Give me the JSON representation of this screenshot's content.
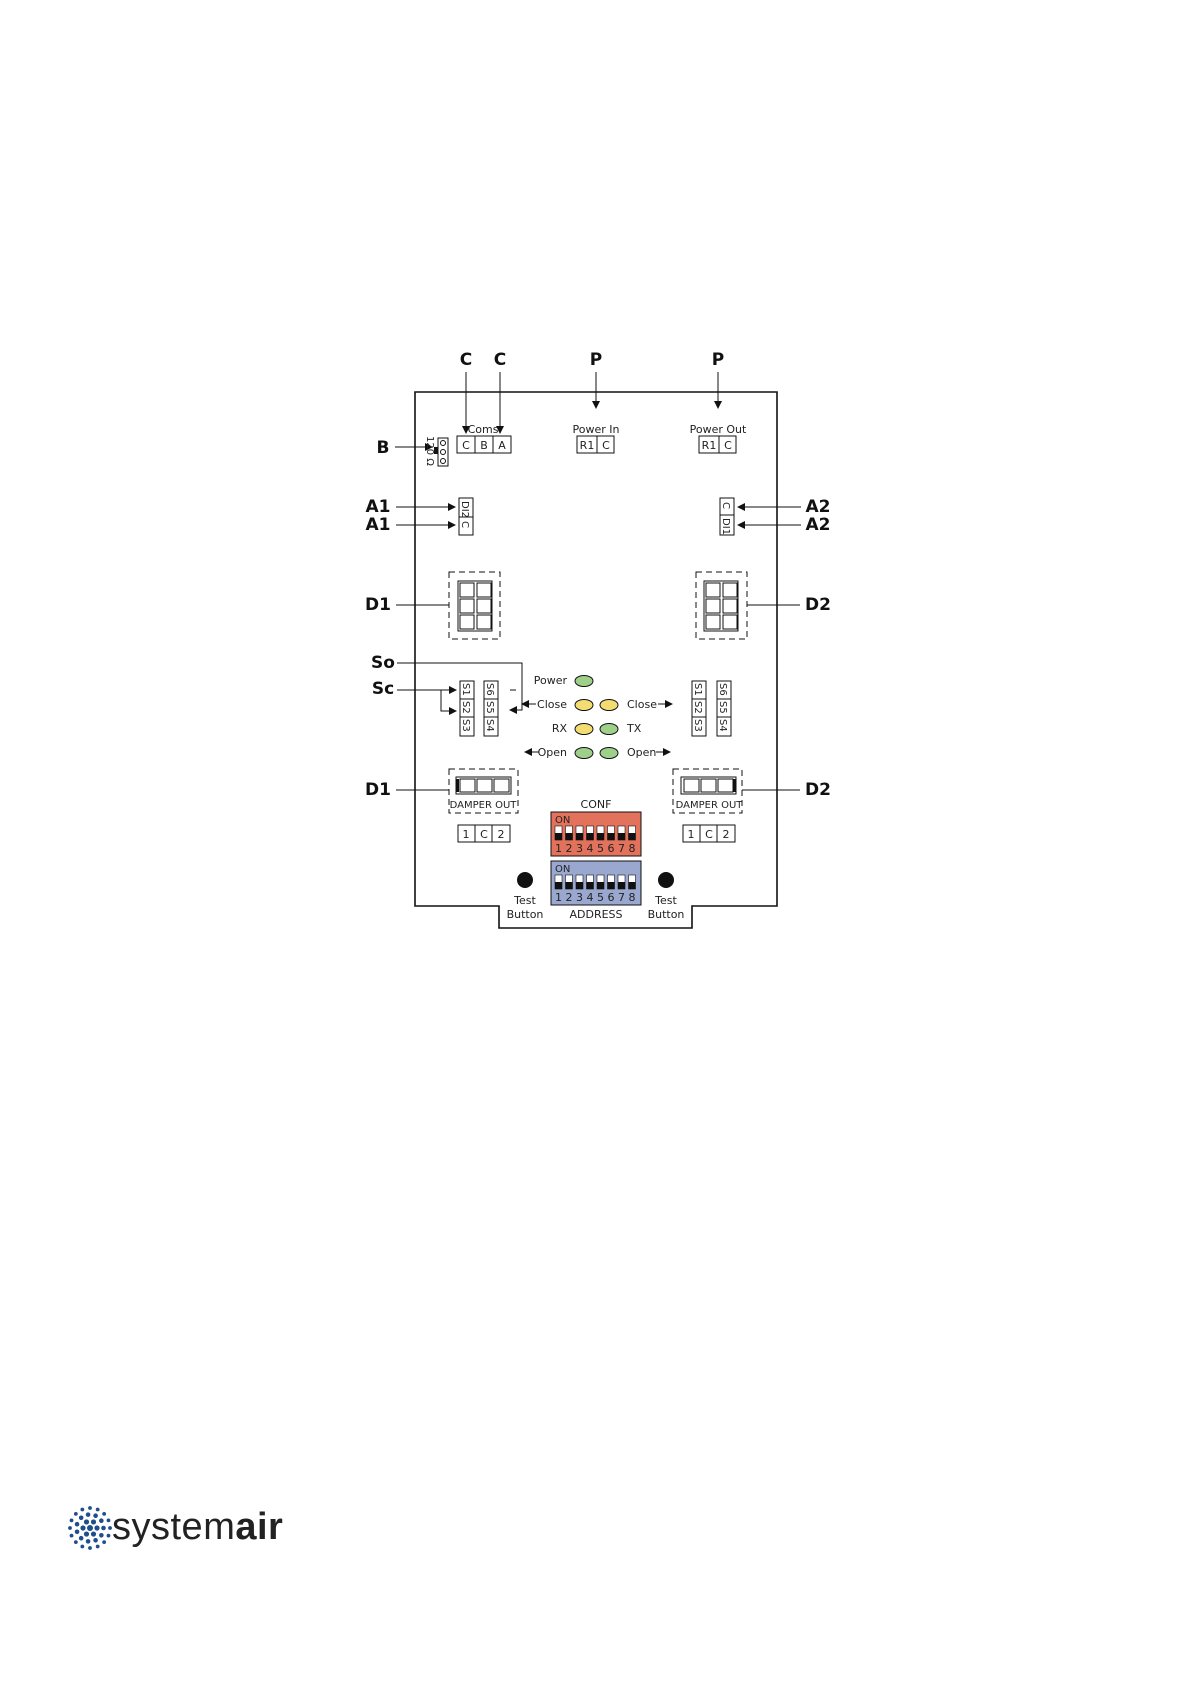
{
  "callouts": {
    "c1": "C",
    "c2": "C",
    "p1": "P",
    "p2": "P",
    "b": "B",
    "a1_top": "A1",
    "a1_bot": "A1",
    "a2_top": "A2",
    "a2_bot": "A2",
    "d1_top": "D1",
    "d2_top": "D2",
    "so": "So",
    "sc": "Sc",
    "d1_bot": "D1",
    "d2_bot": "D2"
  },
  "board": {
    "coms_label": "Coms",
    "coms_pins": [
      "C",
      "B",
      "A"
    ],
    "power_in_label": "Power In",
    "power_in_pins": [
      "R1",
      "C"
    ],
    "power_out_label": "Power Out",
    "power_out_pins": [
      "R1",
      "C"
    ],
    "resistor_label": "120 Ω",
    "left_di": [
      "DI2",
      "C"
    ],
    "right_di": [
      "C",
      "DI1"
    ],
    "left_switch_a": [
      "S1",
      "S2",
      "S3"
    ],
    "left_switch_b": [
      "S6",
      "S5",
      "S4"
    ],
    "right_switch_a": [
      "S1",
      "S2",
      "S3"
    ],
    "right_switch_b": [
      "S6",
      "S5",
      "S4"
    ],
    "led_power": "Power",
    "led_close_left": "Close",
    "led_close_right": "Close",
    "led_rx": "RX",
    "led_tx": "TX",
    "led_open_left": "Open",
    "led_open_right": "Open",
    "damper_out_left": "DAMPER OUT",
    "damper_out_right": "DAMPER OUT",
    "damper_pins_left": [
      "1",
      "C",
      "2"
    ],
    "damper_pins_right": [
      "1",
      "C",
      "2"
    ],
    "conf_label": "CONF",
    "address_label": "ADDRESS",
    "dip_on": "ON",
    "dip_numbers": [
      "1",
      "2",
      "3",
      "4",
      "5",
      "6",
      "7",
      "8"
    ],
    "test_button_left": [
      "Test",
      "Button"
    ],
    "test_button_right": [
      "Test",
      "Button"
    ]
  },
  "colors": {
    "conf_dip": "#e2725b",
    "address_dip": "#9aa8cf",
    "led_green": "#9fd08a",
    "led_yellow": "#f3dd73"
  },
  "logo": {
    "light": "system",
    "bold": "air"
  }
}
